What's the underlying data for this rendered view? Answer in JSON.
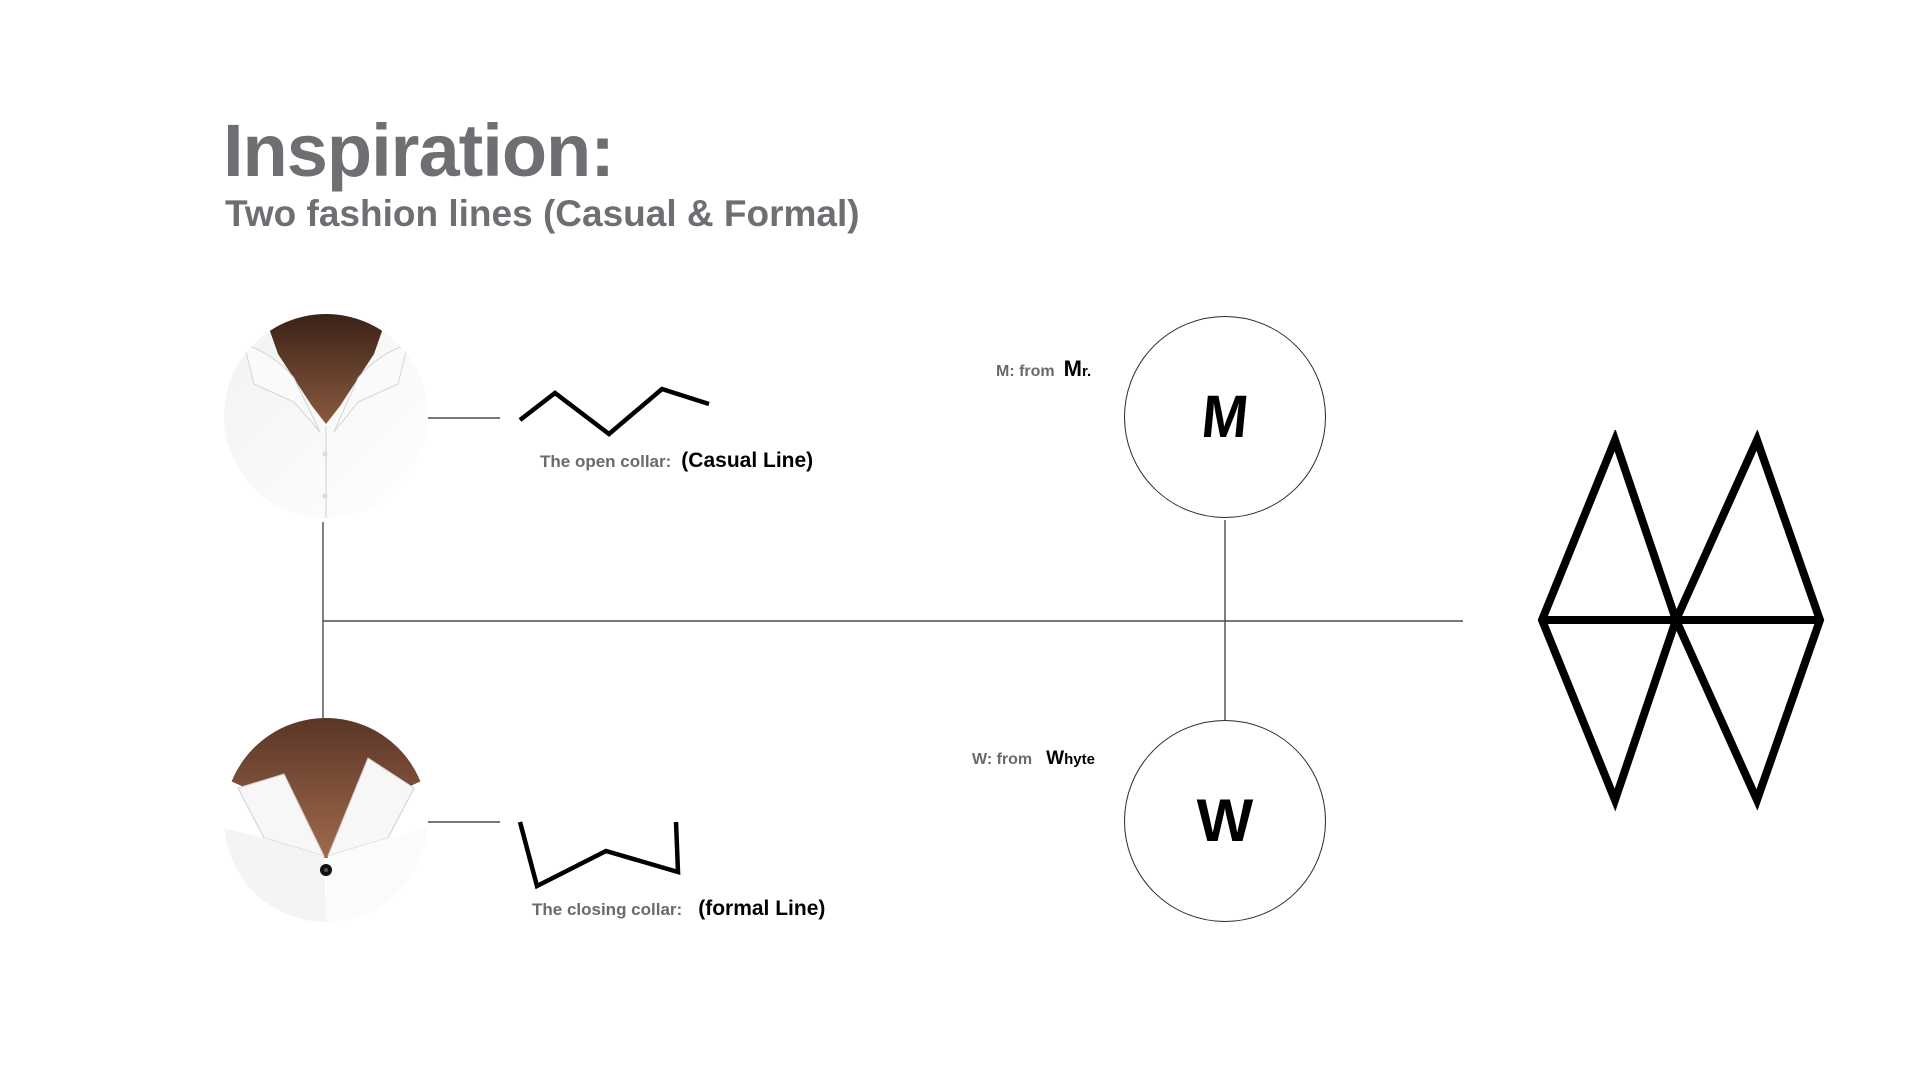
{
  "slide": {
    "title": "Inspiration:",
    "subtitle": "Two fashion lines (Casual & Formal)"
  },
  "casual": {
    "collar_label": "The open collar:",
    "line_label": "(Casual Line)"
  },
  "formal": {
    "collar_label": "The closing collar:",
    "line_label": "(formal Line)"
  },
  "monogram": {
    "m_prefix": "M:  from",
    "m_word_cap": "M",
    "m_word_rest": "r.",
    "m_letter": "M",
    "w_prefix": "W: from",
    "w_word_cap": "W",
    "w_word_rest": "hyte",
    "w_letter": "W"
  },
  "colors": {
    "heading_gray": "#6f6f73",
    "label_gray": "#6a6a6a",
    "ink": "#000000",
    "line_gray": "#4a4a4a"
  }
}
